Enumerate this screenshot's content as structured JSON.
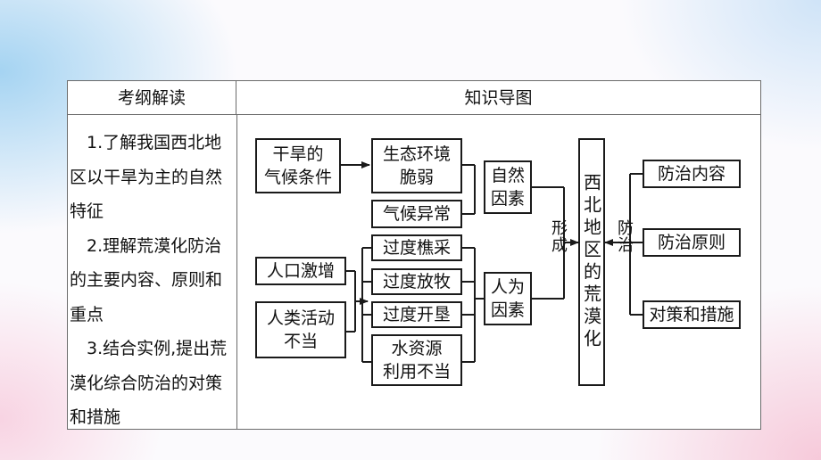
{
  "table": {
    "header_left": "考纲解读",
    "header_right": "知识导图",
    "requirements": [
      "1.了解我国西北地区以干旱为主的自然特征",
      "2.理解荒漠化防治的主要内容、原则和重点",
      "3.结合实例,提出荒漠化综合防治的对策和措施"
    ]
  },
  "diagram": {
    "drought_climate": "干旱的\n气候条件",
    "ecology_fragile": "生态环境\n脆弱",
    "climate_anomaly": "气候异常",
    "natural_factors": "自然\n因素",
    "population_surge": "人口激增",
    "human_activity": "人类活动\n不当",
    "over_logging": "过度樵采",
    "over_grazing": "过度放牧",
    "over_reclaim": "过度开垦",
    "water_misuse": "水资源\n利用不当",
    "human_factors": "人为\n因素",
    "formation_label": "形成",
    "center_title": "西北地区的荒漠化",
    "prevention_label": "防治",
    "prevention_content": "防治内容",
    "prevention_principle": "防治原则",
    "measures": "对策和措施"
  }
}
